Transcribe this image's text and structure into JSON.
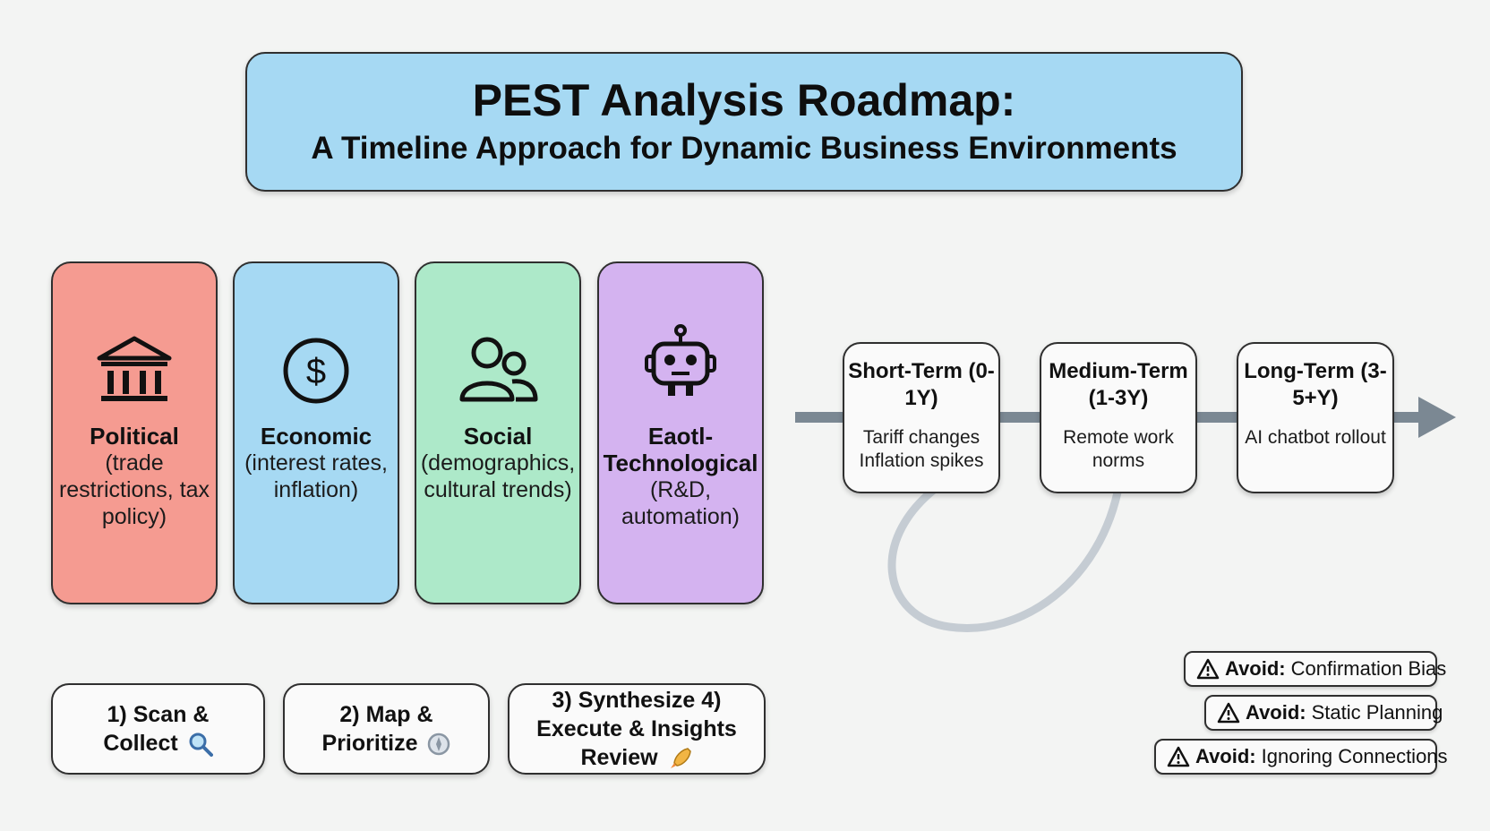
{
  "title": {
    "main": "PEST Analysis Roadmap:",
    "subtitle": "A Timeline Approach for Dynamic Business Environments"
  },
  "factors": [
    {
      "name": "Political",
      "desc": "(trade restrictions, tax policy)",
      "icon": "bank-icon",
      "color": "#f59b91"
    },
    {
      "name": "Economic",
      "desc": "(interest rates, inflation)",
      "icon": "dollar-icon",
      "color": "#a6d9f3"
    },
    {
      "name": "Social",
      "desc": "(demographics, cultural trends)",
      "icon": "people-icon",
      "color": "#ade9c9"
    },
    {
      "name": "Eaotl-Technological",
      "desc": "(R&D, automation)",
      "icon": "robot-icon",
      "color": "#d4b3f0"
    }
  ],
  "timeline": [
    {
      "title": "Short-Term (0-1Y)",
      "body": "Tariff changes Inflation spikes"
    },
    {
      "title": "Medium-Term (1-3Y)",
      "body": "Remote work norms"
    },
    {
      "title": "Long-Term (3-5+Y)",
      "body": "AI chatbot rollout"
    }
  ],
  "steps": [
    {
      "label": "1) Scan & Collect",
      "icon": "magnifier-icon"
    },
    {
      "label": "2) Map & Prioritize",
      "icon": "compass-icon"
    },
    {
      "label": "3) Synthesize 4) Execute & Insights Review",
      "icon": "rocket-icon"
    }
  ],
  "warnings": [
    {
      "prefix": "Avoid:",
      "text": "Confirmation Bias"
    },
    {
      "prefix": "Avoid:",
      "text": "Static Planning"
    },
    {
      "prefix": "Avoid:",
      "text": "Ignoring Connections"
    }
  ],
  "colors": {
    "arrow": "#7b8893",
    "loop": "#c5ccd3",
    "border": "#2f2f2f"
  }
}
